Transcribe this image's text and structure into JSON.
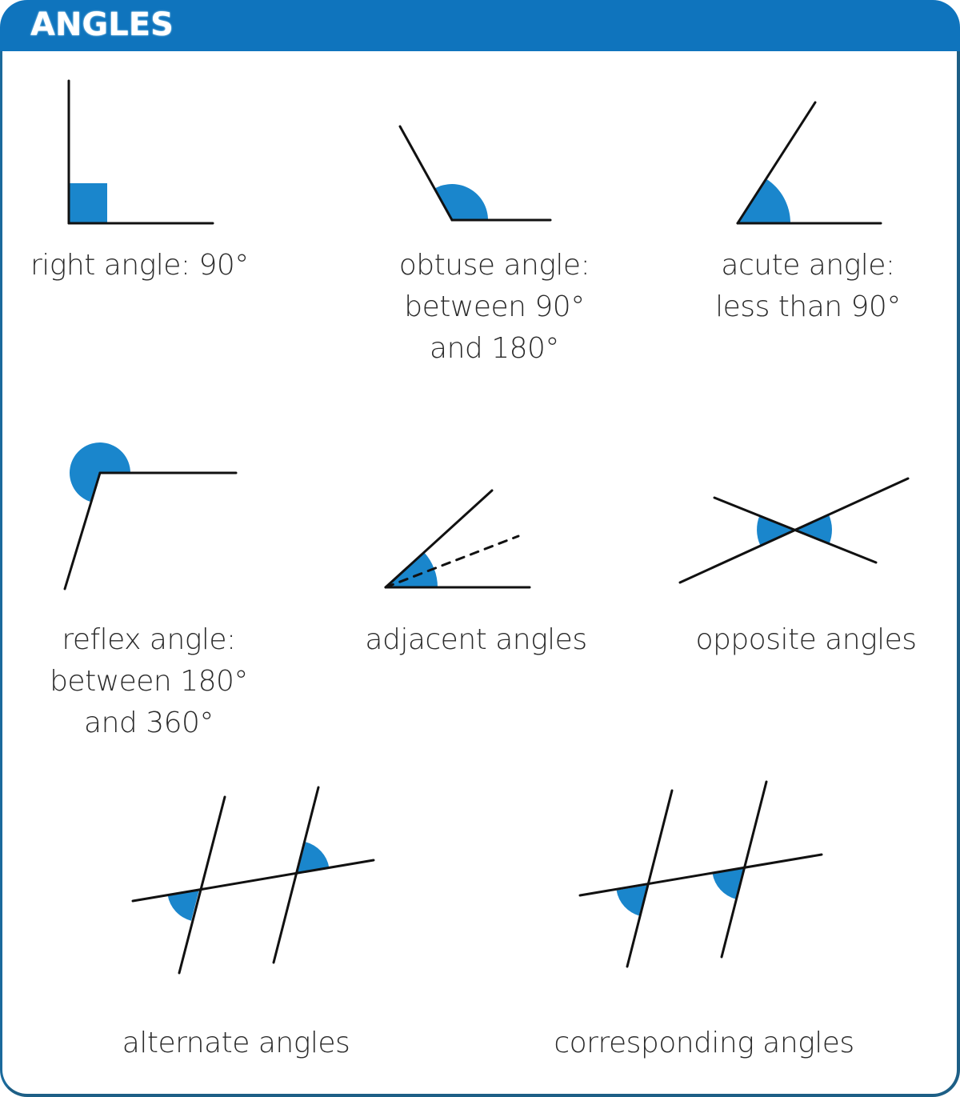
{
  "header": {
    "title": "ANGLES"
  },
  "colors": {
    "header_blue": "#0f74bd",
    "fill_blue": "#1a86cc",
    "line": "#111111",
    "border": "#1d5f86",
    "text": "#2b2b2b"
  },
  "diagrams": [
    {
      "id": "right",
      "label_lines": [
        "right angle: 90°"
      ]
    },
    {
      "id": "obtuse",
      "label_lines": [
        "obtuse angle:",
        "between 90°",
        "and 180°"
      ]
    },
    {
      "id": "acute",
      "label_lines": [
        "acute angle:",
        "less than 90°"
      ]
    },
    {
      "id": "reflex",
      "label_lines": [
        "reflex angle:",
        "between 180°",
        "and 360°"
      ]
    },
    {
      "id": "adjacent",
      "label_lines": [
        "adjacent angles"
      ]
    },
    {
      "id": "opposite",
      "label_lines": [
        "opposite angles"
      ]
    },
    {
      "id": "alternate",
      "label_lines": [
        "alternate angles"
      ]
    },
    {
      "id": "corresponding",
      "label_lines": [
        "corresponding angles"
      ]
    }
  ]
}
